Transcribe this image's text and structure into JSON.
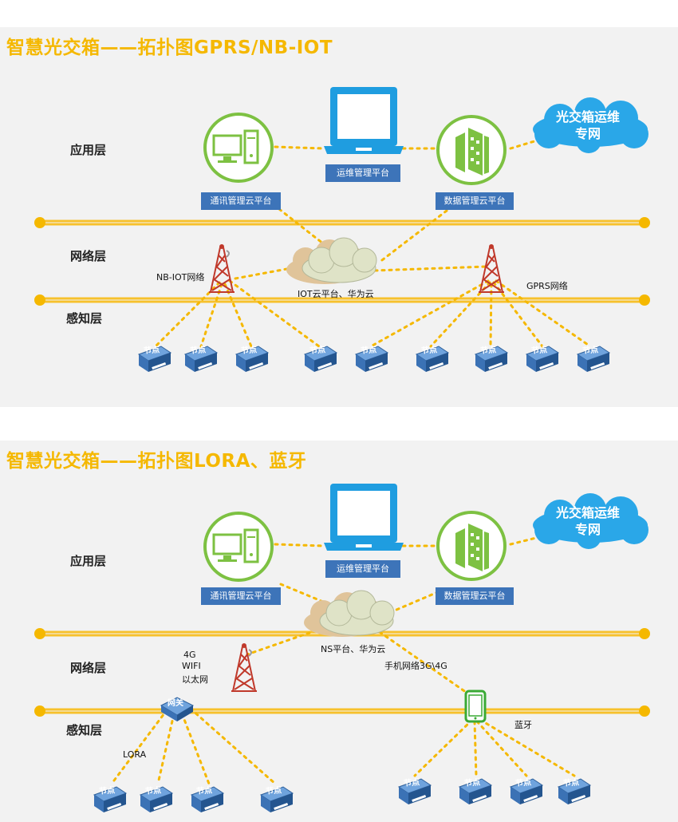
{
  "panel1": {
    "title": "智慧光交箱——拓扑图GPRS/NB-IOT",
    "layers": {
      "app": "应用层",
      "net": "网络层",
      "sense": "感知层"
    },
    "platforms": {
      "comm": "通讯管理云平台",
      "ops": "运维管理平台",
      "data": "数据管理云平台"
    },
    "cloud_dedicated": "光交箱运维专网",
    "cloud_iot": "IOT云平台、华为云",
    "nbiot": "NB-IOT网络",
    "gprs": "GPRS网络",
    "node_label": "节点"
  },
  "panel2": {
    "title": "智慧光交箱——拓扑图LORA、蓝牙",
    "layers": {
      "app": "应用层",
      "net": "网络层",
      "sense": "感知层"
    },
    "platforms": {
      "comm": "通讯管理云平台",
      "ops": "运维管理平台",
      "data": "数据管理云平台"
    },
    "cloud_dedicated": "光交箱运维专网",
    "cloud_ns": "NS平台、华为云",
    "wireless": [
      "4G",
      "WIFI",
      "以太网"
    ],
    "gateway": "网关",
    "mobile": "手机网络3G\\4G",
    "bluetooth": "蓝牙",
    "lora": "LORA",
    "node_label": "节点"
  },
  "colors": {
    "accent": "#f5b800",
    "line": "#f7c12d",
    "platform": "#3d74b9",
    "cloud": "#2aa7e8",
    "green": "#7dc142",
    "node": "#4a86c8"
  }
}
